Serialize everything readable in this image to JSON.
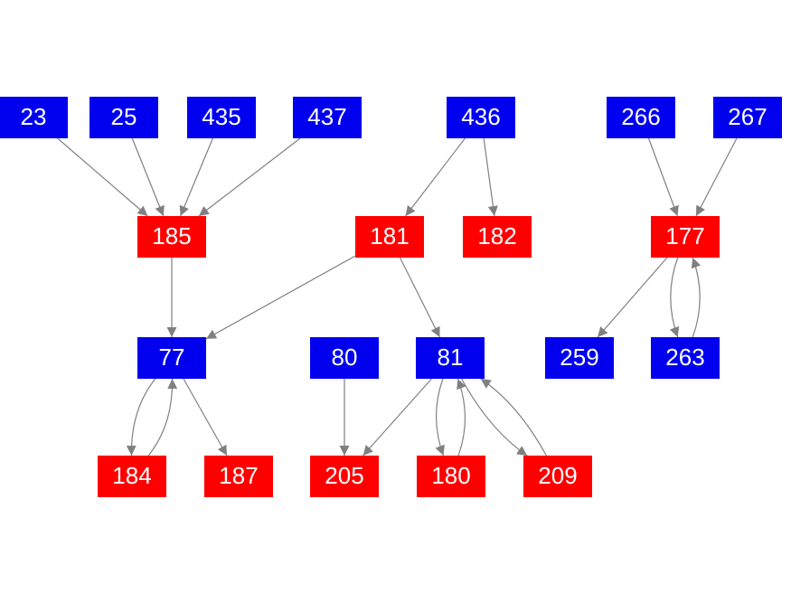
{
  "colors": {
    "blue": "#0000ee",
    "red": "#ff0000",
    "edge": "#808080"
  },
  "nodes": [
    {
      "id": "23",
      "label": "23",
      "color": "blue"
    },
    {
      "id": "25",
      "label": "25",
      "color": "blue"
    },
    {
      "id": "435",
      "label": "435",
      "color": "blue"
    },
    {
      "id": "437",
      "label": "437",
      "color": "blue"
    },
    {
      "id": "436",
      "label": "436",
      "color": "blue"
    },
    {
      "id": "266",
      "label": "266",
      "color": "blue"
    },
    {
      "id": "267",
      "label": "267",
      "color": "blue"
    },
    {
      "id": "185",
      "label": "185",
      "color": "red"
    },
    {
      "id": "181",
      "label": "181",
      "color": "red"
    },
    {
      "id": "182",
      "label": "182",
      "color": "red"
    },
    {
      "id": "177",
      "label": "177",
      "color": "red"
    },
    {
      "id": "77",
      "label": "77",
      "color": "blue"
    },
    {
      "id": "80",
      "label": "80",
      "color": "blue"
    },
    {
      "id": "81",
      "label": "81",
      "color": "blue"
    },
    {
      "id": "259",
      "label": "259",
      "color": "blue"
    },
    {
      "id": "263",
      "label": "263",
      "color": "blue"
    },
    {
      "id": "184",
      "label": "184",
      "color": "red"
    },
    {
      "id": "187",
      "label": "187",
      "color": "red"
    },
    {
      "id": "205",
      "label": "205",
      "color": "red"
    },
    {
      "id": "180",
      "label": "180",
      "color": "red"
    },
    {
      "id": "209",
      "label": "209",
      "color": "red"
    }
  ],
  "edges": [
    {
      "from": "23",
      "to": "185"
    },
    {
      "from": "25",
      "to": "185"
    },
    {
      "from": "435",
      "to": "185"
    },
    {
      "from": "437",
      "to": "185"
    },
    {
      "from": "436",
      "to": "181"
    },
    {
      "from": "436",
      "to": "182"
    },
    {
      "from": "266",
      "to": "177"
    },
    {
      "from": "267",
      "to": "177"
    },
    {
      "from": "185",
      "to": "77"
    },
    {
      "from": "181",
      "to": "77"
    },
    {
      "from": "181",
      "to": "81"
    },
    {
      "from": "177",
      "to": "259"
    },
    {
      "from": "177",
      "to": "263"
    },
    {
      "from": "263",
      "to": "177"
    },
    {
      "from": "77",
      "to": "184"
    },
    {
      "from": "184",
      "to": "77"
    },
    {
      "from": "77",
      "to": "187"
    },
    {
      "from": "80",
      "to": "205"
    },
    {
      "from": "81",
      "to": "205"
    },
    {
      "from": "81",
      "to": "180"
    },
    {
      "from": "180",
      "to": "81"
    },
    {
      "from": "81",
      "to": "209"
    },
    {
      "from": "209",
      "to": "81"
    }
  ]
}
